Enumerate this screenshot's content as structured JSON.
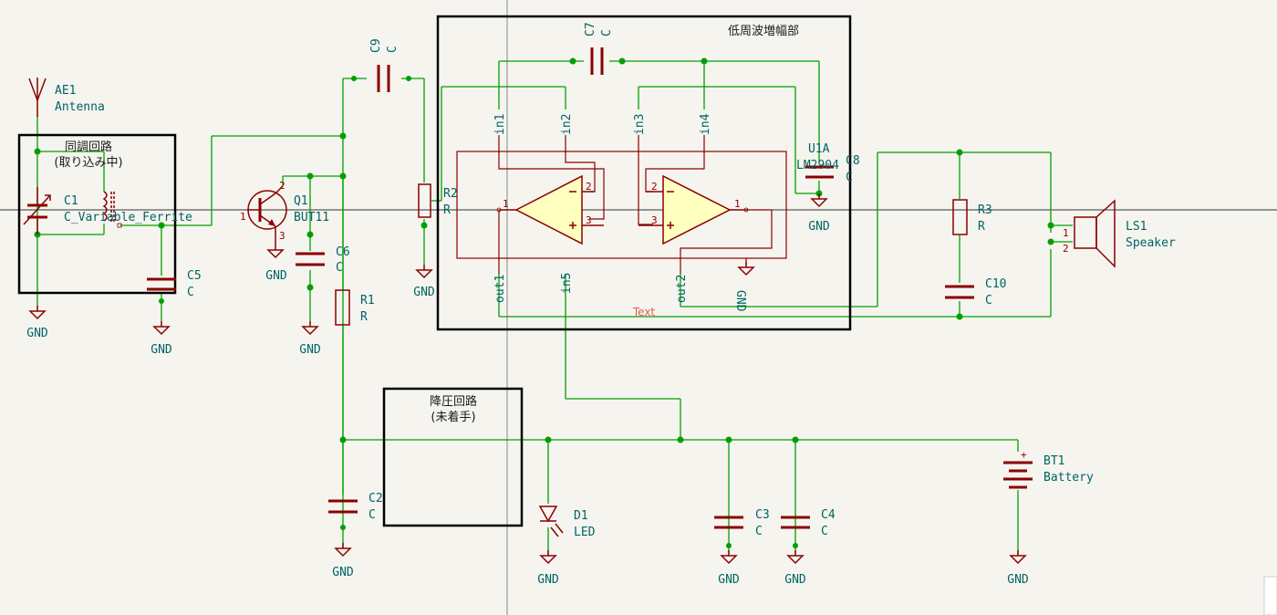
{
  "blocks": {
    "tuning": {
      "title": "同調回路",
      "subtitle": "(取り込み中)"
    },
    "lf_amp": {
      "title": "低周波増幅部"
    },
    "regulator": {
      "title": "降圧回路",
      "subtitle": "(未着手)"
    }
  },
  "components": {
    "ae1": {
      "ref": "AE1",
      "value": "Antenna"
    },
    "c1": {
      "ref": "C1",
      "value": "C_Variable_Ferrite"
    },
    "c5": {
      "ref": "C5",
      "value": "C"
    },
    "q1": {
      "ref": "Q1",
      "value": "BUT11",
      "pins": [
        "1",
        "2",
        "3"
      ]
    },
    "c6": {
      "ref": "C6",
      "value": "C"
    },
    "r1": {
      "ref": "R1",
      "value": "R"
    },
    "c9": {
      "ref": "C9",
      "value": "C"
    },
    "r2": {
      "ref": "R2",
      "value": "R"
    },
    "c2": {
      "ref": "C2",
      "value": "C"
    },
    "c7": {
      "ref": "C7",
      "value": "C"
    },
    "u1": {
      "ref": "U1A",
      "value": "LM2904",
      "pins_left": [
        "2",
        "3",
        "1"
      ],
      "pins_right": [
        "2",
        "3",
        "1"
      ]
    },
    "c8": {
      "ref": "C8",
      "value": "C"
    },
    "r3": {
      "ref": "R3",
      "value": "R"
    },
    "c10": {
      "ref": "C10",
      "value": "C"
    },
    "ls1": {
      "ref": "LS1",
      "value": "Speaker",
      "pins": [
        "1",
        "2"
      ]
    },
    "d1": {
      "ref": "D1",
      "value": "LED"
    },
    "c3": {
      "ref": "C3",
      "value": "C"
    },
    "c4": {
      "ref": "C4",
      "value": "C"
    },
    "bt1": {
      "ref": "BT1",
      "value": "Battery",
      "plus": "+"
    }
  },
  "sheet_pins": {
    "in1": "in1",
    "in2": "in2",
    "in3": "in3",
    "in4": "in4",
    "in5": "in5",
    "out1": "out1",
    "out2": "out2",
    "gnd": "GND"
  },
  "gnd_label": "GND",
  "text_note": "Text",
  "colors": {
    "background": "#f5f4ef",
    "wire": "#00a000",
    "part": "#8b0000",
    "ref": "#006464",
    "body_fill": "#ffffc0"
  }
}
